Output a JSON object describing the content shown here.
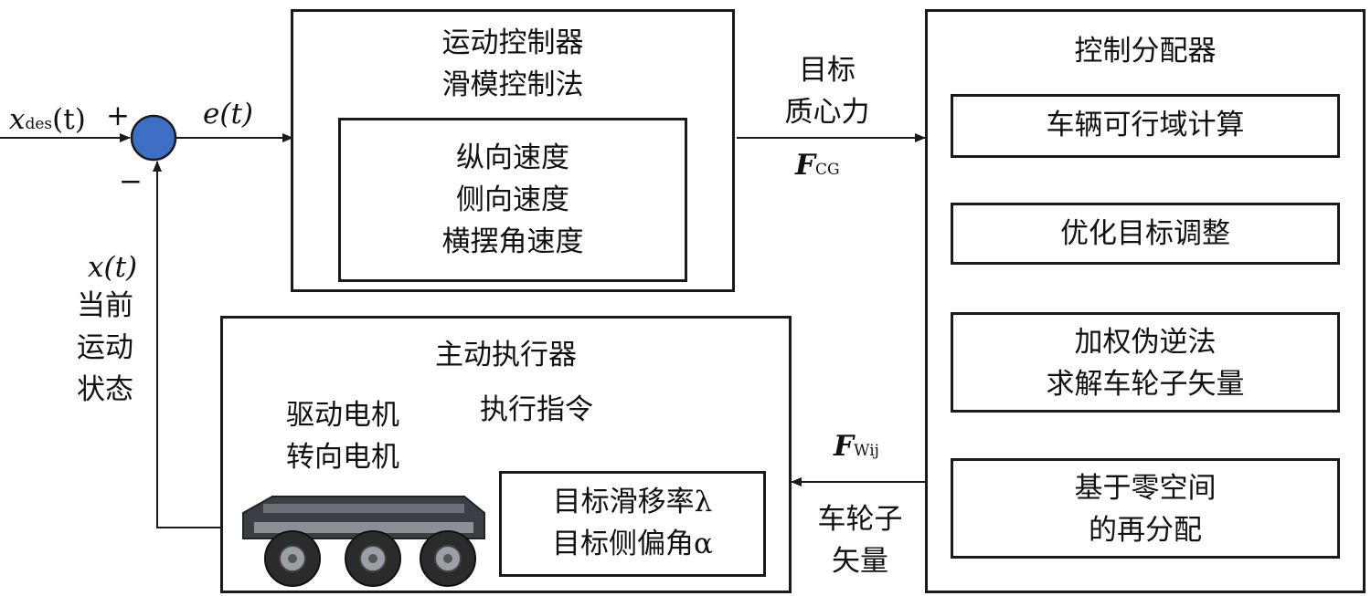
{
  "input_signal": {
    "var": "x",
    "sub": "des",
    "arg": "(t)"
  },
  "sum_plus": "+",
  "sum_minus": "−",
  "error_signal": "e(t)",
  "motion_controller": {
    "title1": "运动控制器",
    "title2": "滑模控制法",
    "inner": [
      "纵向速度",
      "侧向速度",
      "横摆角速度"
    ]
  },
  "target_force": {
    "line1": "目标",
    "line2": "质心力",
    "symbol": "F",
    "sub": "CG"
  },
  "control_allocator": {
    "title": "控制分配器",
    "steps": [
      [
        "车辆可行域计算"
      ],
      [
        "优化目标调整"
      ],
      [
        "加权伪逆法",
        "求解车轮子矢量"
      ],
      [
        "基于零空间",
        "的再分配"
      ]
    ]
  },
  "wheel_force": {
    "symbol": "F",
    "sub": "Wij",
    "line1": "车轮子",
    "line2": "矢量"
  },
  "active_actuator": {
    "title": "主动执行器",
    "motors": [
      "驱动电机",
      "转向电机"
    ],
    "command": "执行指令",
    "targets": [
      "目标滑移率λ",
      "目标侧偏角α"
    ]
  },
  "feedback": {
    "signal": "x(t)",
    "label": [
      "当前",
      "运动",
      "状态"
    ]
  },
  "colors": {
    "sum_junction": "#3d6fc4",
    "line": "#1a1a1a"
  }
}
